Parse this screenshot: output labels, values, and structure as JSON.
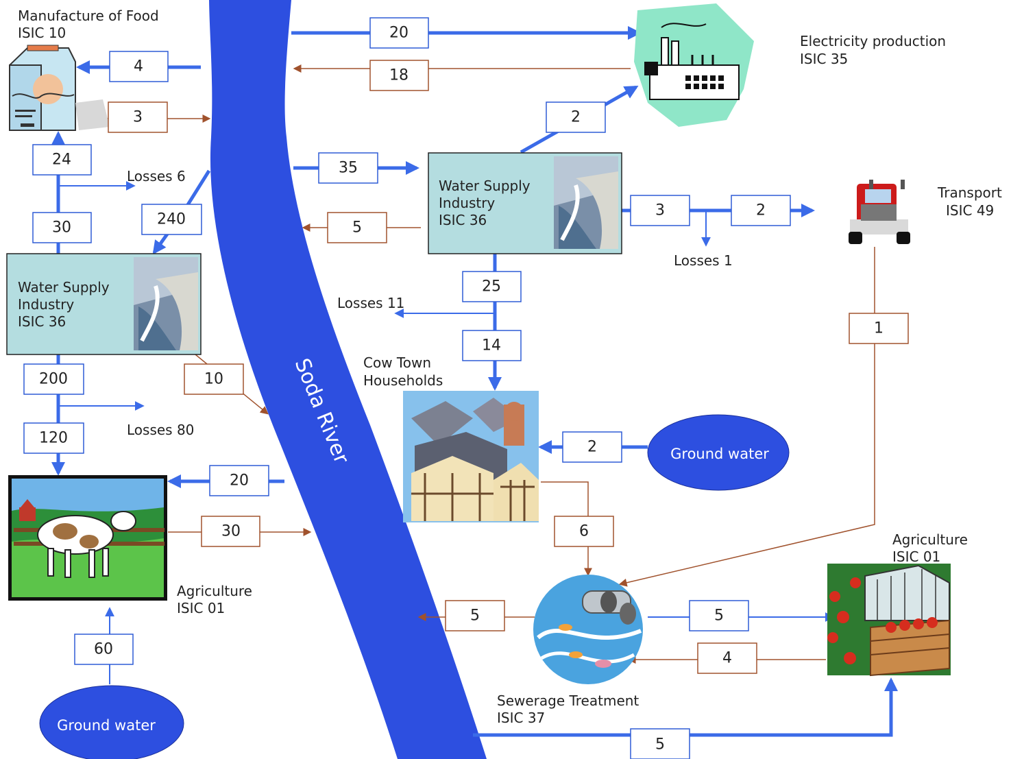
{
  "colors": {
    "water_flow": "#3b6be8",
    "return_flow": "#a0522d",
    "river": "#2d4fe0",
    "ground_water": "#2d4fe0",
    "water_supply_box": "#b4dde0"
  },
  "river": {
    "label": "Soda River"
  },
  "nodes": {
    "food": {
      "name": "Manufacture of Food",
      "code": "ISIC 10",
      "icon": "milk-carton-icon"
    },
    "electricity": {
      "name": "Electricity production",
      "code": "ISIC 35",
      "icon": "power-plant-icon"
    },
    "transport": {
      "name": "Transport",
      "code": "ISIC 49",
      "icon": "truck-icon"
    },
    "ws_top": {
      "line1": "Water Supply",
      "line2": "Industry",
      "line3": "ISIC 36",
      "icon": "dam-icon"
    },
    "ws_left": {
      "line1": "Water Supply",
      "line2": "Industry",
      "line3": "ISIC 36",
      "icon": "dam-icon"
    },
    "households": {
      "name": "Cow Town",
      "name2": "Households",
      "icon": "town-icon"
    },
    "agri_left": {
      "name": "Agriculture",
      "code": "ISIC 01",
      "icon": "cow-icon"
    },
    "agri_right": {
      "name": "Agriculture",
      "code": "ISIC 01",
      "icon": "greenhouse-icon"
    },
    "sewerage": {
      "name": "Sewerage Treatment",
      "code": "ISIC 37",
      "icon": "sewer-pipe-icon"
    },
    "gw_households": {
      "label": "Ground water"
    },
    "gw_bottom": {
      "label": "Ground water"
    }
  },
  "losses": {
    "food_branch": "Losses 6",
    "ws_top_transport": "Losses 1",
    "ws_top_households": "Losses 11",
    "ws_left_agri": "Losses 80"
  },
  "flows": {
    "river_to_electricity": "20",
    "electricity_to_river": "18",
    "river_to_food": "4",
    "food_to_river": "3",
    "wsleft_to_food_24": "24",
    "wsleft_to_food_30": "30",
    "river_to_wsleft": "240",
    "river_to_wstop": "35",
    "wstop_to_river": "5",
    "wstop_to_electricity": "2",
    "wstop_to_transport_3": "3",
    "wstop_to_transport_2": "2",
    "wstop_to_households_25": "25",
    "wstop_to_households_14": "14",
    "gw_to_households": "2",
    "households_to_sewerage": "6",
    "transport_to_sewerage": "1",
    "wsleft_to_agri_200": "200",
    "wsleft_to_agri_120": "120",
    "wsleft_to_river": "10",
    "river_to_agri": "20",
    "agri_to_river": "30",
    "gw_to_agri": "60",
    "sewerage_to_river": "5",
    "sewerage_to_agri_right": "5",
    "agri_right_to_sewerage": "4",
    "river_to_agri_right": "5"
  }
}
